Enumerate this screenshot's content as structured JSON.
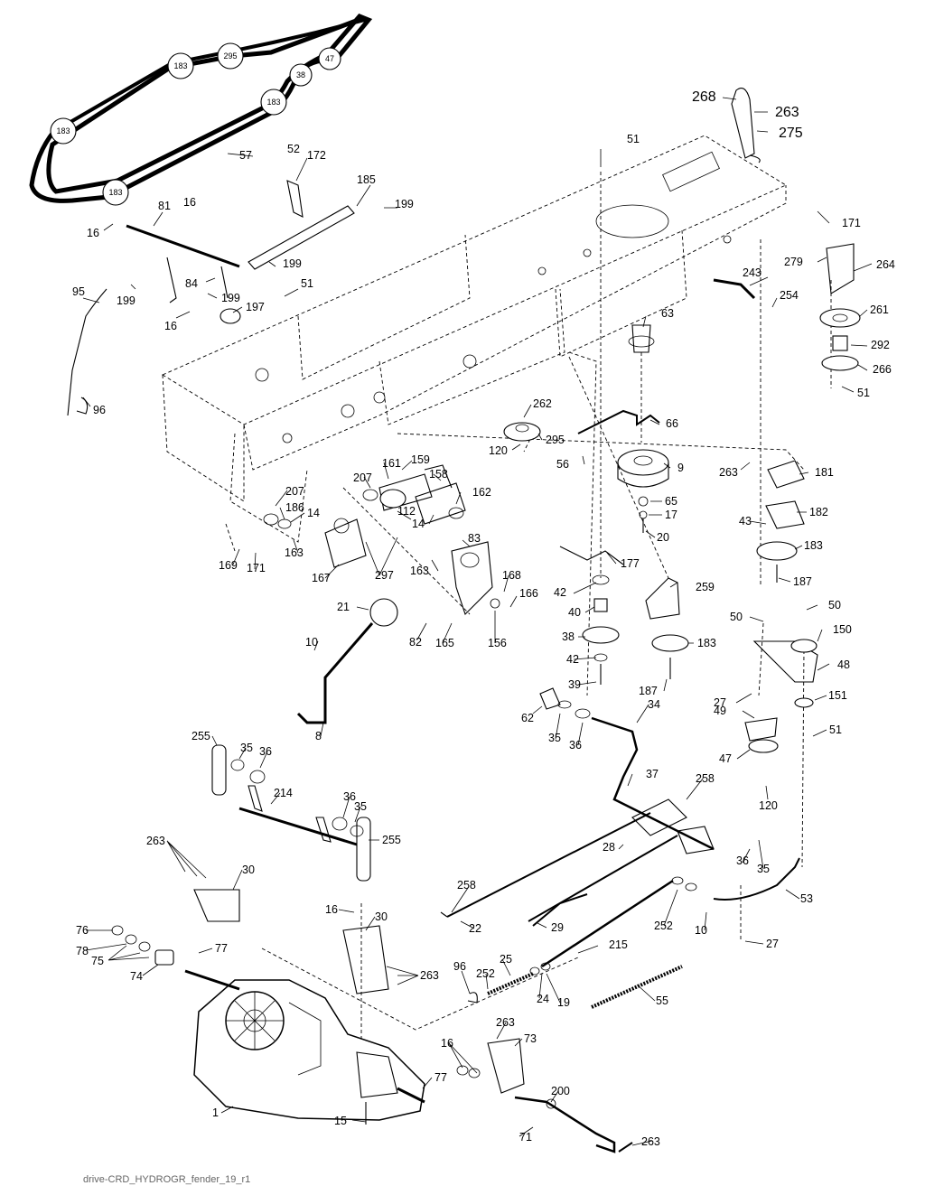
{
  "footer_code": "drive-CRD_HYDROGR_fender_19_r1",
  "belt_pulleys": [
    "183",
    "295",
    "47",
    "38",
    "183",
    "183",
    "183"
  ],
  "labels": [
    {
      "id": "l268",
      "t": "268",
      "big": true
    },
    {
      "id": "l263a",
      "t": "263",
      "big": true
    },
    {
      "id": "l275",
      "t": "275",
      "big": true
    },
    {
      "id": "l57",
      "t": "57"
    },
    {
      "id": "l51a",
      "t": "51"
    },
    {
      "id": "l52",
      "t": "52"
    },
    {
      "id": "l172",
      "t": "172"
    },
    {
      "id": "l185",
      "t": "185"
    },
    {
      "id": "l199a",
      "t": "199"
    },
    {
      "id": "l16a",
      "t": "16"
    },
    {
      "id": "l81",
      "t": "81"
    },
    {
      "id": "l16b",
      "t": "16"
    },
    {
      "id": "l199b",
      "t": "199"
    },
    {
      "id": "l51b",
      "t": "51"
    },
    {
      "id": "l84",
      "t": "84"
    },
    {
      "id": "l199c",
      "t": "199"
    },
    {
      "id": "l199d",
      "t": "199"
    },
    {
      "id": "l197",
      "t": "197"
    },
    {
      "id": "l95",
      "t": "95"
    },
    {
      "id": "l16c",
      "t": "16"
    },
    {
      "id": "l96a",
      "t": "96"
    },
    {
      "id": "l171a",
      "t": "171"
    },
    {
      "id": "l279",
      "t": "279"
    },
    {
      "id": "l264",
      "t": "264"
    },
    {
      "id": "l243",
      "t": "243"
    },
    {
      "id": "l254",
      "t": "254"
    },
    {
      "id": "l63",
      "t": "63"
    },
    {
      "id": "l261",
      "t": "261"
    },
    {
      "id": "l292",
      "t": "292"
    },
    {
      "id": "l266",
      "t": "266"
    },
    {
      "id": "l51c",
      "t": "51"
    },
    {
      "id": "l262",
      "t": "262"
    },
    {
      "id": "l66",
      "t": "66"
    },
    {
      "id": "l295",
      "t": "295"
    },
    {
      "id": "l120a",
      "t": "120"
    },
    {
      "id": "l56",
      "t": "56"
    },
    {
      "id": "l9",
      "t": "9"
    },
    {
      "id": "l263b",
      "t": "263"
    },
    {
      "id": "l181",
      "t": "181"
    },
    {
      "id": "l65",
      "t": "65"
    },
    {
      "id": "l17",
      "t": "17"
    },
    {
      "id": "l20",
      "t": "20"
    },
    {
      "id": "l182",
      "t": "182"
    },
    {
      "id": "l43",
      "t": "43"
    },
    {
      "id": "l183a",
      "t": "183"
    },
    {
      "id": "l187a",
      "t": "187"
    },
    {
      "id": "l161",
      "t": "161"
    },
    {
      "id": "l159",
      "t": "159"
    },
    {
      "id": "l158",
      "t": "158"
    },
    {
      "id": "l207a",
      "t": "207"
    },
    {
      "id": "l207b",
      "t": "207"
    },
    {
      "id": "l162",
      "t": "162"
    },
    {
      "id": "l186",
      "t": "186"
    },
    {
      "id": "l14a",
      "t": "14"
    },
    {
      "id": "l112",
      "t": "112"
    },
    {
      "id": "l14b",
      "t": "14"
    },
    {
      "id": "l163a",
      "t": "163"
    },
    {
      "id": "l163b",
      "t": "163"
    },
    {
      "id": "l83",
      "t": "83"
    },
    {
      "id": "l169",
      "t": "169"
    },
    {
      "id": "l171b",
      "t": "171"
    },
    {
      "id": "l167",
      "t": "167"
    },
    {
      "id": "l297",
      "t": "297"
    },
    {
      "id": "l177",
      "t": "177"
    },
    {
      "id": "l168",
      "t": "168"
    },
    {
      "id": "l166",
      "t": "166"
    },
    {
      "id": "l42a",
      "t": "42"
    },
    {
      "id": "l259",
      "t": "259"
    },
    {
      "id": "l40",
      "t": "40"
    },
    {
      "id": "l21",
      "t": "21"
    },
    {
      "id": "l82",
      "t": "82"
    },
    {
      "id": "l165",
      "t": "165"
    },
    {
      "id": "l156",
      "t": "156"
    },
    {
      "id": "l38",
      "t": "38"
    },
    {
      "id": "l42b",
      "t": "42"
    },
    {
      "id": "l183b",
      "t": "183"
    },
    {
      "id": "l39",
      "t": "39"
    },
    {
      "id": "l187b",
      "t": "187"
    },
    {
      "id": "l50a",
      "t": "50"
    },
    {
      "id": "l50b",
      "t": "50"
    },
    {
      "id": "l150",
      "t": "150"
    },
    {
      "id": "l10a",
      "t": "10"
    },
    {
      "id": "l48",
      "t": "48"
    },
    {
      "id": "l27a",
      "t": "27"
    },
    {
      "id": "l151",
      "t": "151"
    },
    {
      "id": "l8",
      "t": "8"
    },
    {
      "id": "l62",
      "t": "62"
    },
    {
      "id": "l35a",
      "t": "35"
    },
    {
      "id": "l36a",
      "t": "36"
    },
    {
      "id": "l34",
      "t": "34"
    },
    {
      "id": "l51d",
      "t": "51"
    },
    {
      "id": "l49",
      "t": "49"
    },
    {
      "id": "l47",
      "t": "47"
    },
    {
      "id": "l255a",
      "t": "255"
    },
    {
      "id": "l35b",
      "t": "35"
    },
    {
      "id": "l36b",
      "t": "36"
    },
    {
      "id": "l37",
      "t": "37"
    },
    {
      "id": "l258a",
      "t": "258"
    },
    {
      "id": "l120b",
      "t": "120"
    },
    {
      "id": "l214",
      "t": "214"
    },
    {
      "id": "l36c",
      "t": "36"
    },
    {
      "id": "l35c",
      "t": "35"
    },
    {
      "id": "l263c",
      "t": "263"
    },
    {
      "id": "l30a",
      "t": "30"
    },
    {
      "id": "l255b",
      "t": "255"
    },
    {
      "id": "l28",
      "t": "28"
    },
    {
      "id": "l36d",
      "t": "36"
    },
    {
      "id": "l35d",
      "t": "35"
    },
    {
      "id": "l53",
      "t": "53"
    },
    {
      "id": "l258b",
      "t": "258"
    },
    {
      "id": "l16d",
      "t": "16"
    },
    {
      "id": "l30b",
      "t": "30"
    },
    {
      "id": "l22",
      "t": "22"
    },
    {
      "id": "l29",
      "t": "29"
    },
    {
      "id": "l252a",
      "t": "252"
    },
    {
      "id": "l10b",
      "t": "10"
    },
    {
      "id": "l27b",
      "t": "27"
    },
    {
      "id": "l76",
      "t": "76"
    },
    {
      "id": "l77a",
      "t": "77"
    },
    {
      "id": "l78",
      "t": "78"
    },
    {
      "id": "l75",
      "t": "75"
    },
    {
      "id": "l74",
      "t": "74"
    },
    {
      "id": "l215",
      "t": "215"
    },
    {
      "id": "l263d",
      "t": "263"
    },
    {
      "id": "l96b",
      "t": "96"
    },
    {
      "id": "l25",
      "t": "25"
    },
    {
      "id": "l252b",
      "t": "252"
    },
    {
      "id": "l24",
      "t": "24"
    },
    {
      "id": "l19",
      "t": "19"
    },
    {
      "id": "l55",
      "t": "55"
    },
    {
      "id": "l263e",
      "t": "263"
    },
    {
      "id": "l73",
      "t": "73"
    },
    {
      "id": "l16e",
      "t": "16"
    },
    {
      "id": "l77b",
      "t": "77"
    },
    {
      "id": "l1",
      "t": "1"
    },
    {
      "id": "l200",
      "t": "200"
    },
    {
      "id": "l15",
      "t": "15"
    },
    {
      "id": "l71",
      "t": "71"
    },
    {
      "id": "l263f",
      "t": "263"
    }
  ]
}
